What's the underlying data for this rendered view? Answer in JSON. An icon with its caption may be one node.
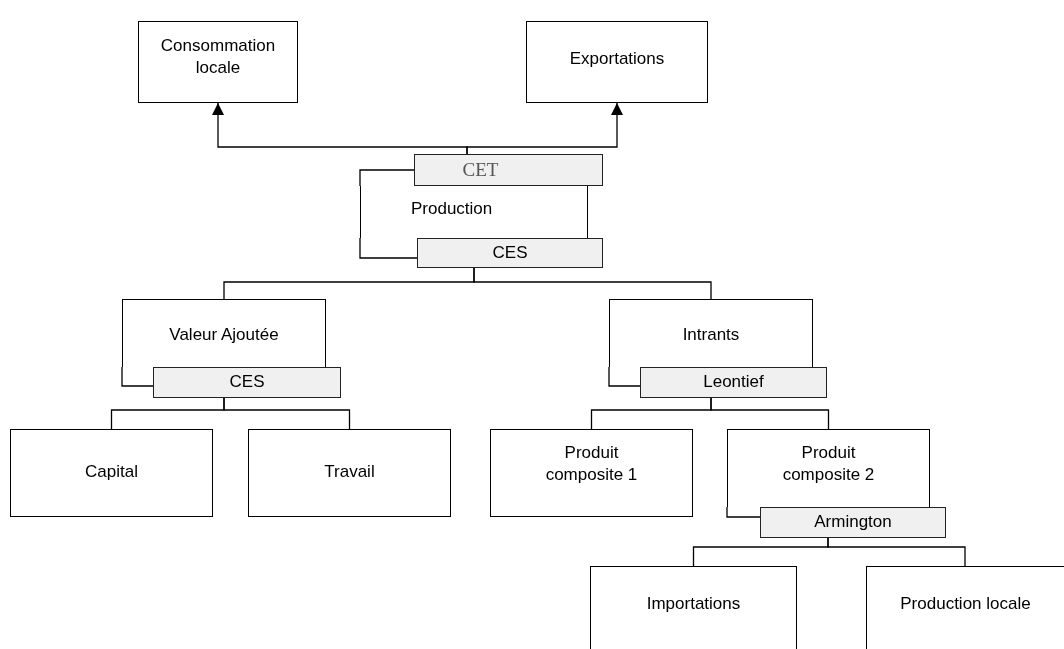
{
  "diagram": {
    "nodes": [
      {
        "text": [
          "Consommation locale"
        ]
      },
      {
        "text": [
          "Exportations"
        ]
      },
      {
        "text": [
          "Production"
        ]
      },
      {
        "text": [
          "CET"
        ]
      },
      {
        "text": [
          "CES"
        ]
      },
      {
        "text": [
          "Valeur Ajoutée"
        ]
      },
      {
        "text": [
          "CES"
        ]
      },
      {
        "text": [
          "Intrants"
        ]
      },
      {
        "text": [
          "Leontief"
        ]
      },
      {
        "text": [
          "Capital"
        ]
      },
      {
        "text": [
          "Travail"
        ]
      },
      {
        "text": [
          "Produit composite 1"
        ]
      },
      {
        "text": [
          "Produit composite 2"
        ]
      },
      {
        "text": [
          "Armington"
        ]
      },
      {
        "text": [
          "Importations"
        ]
      },
      {
        "text": [
          "Production locale"
        ]
      }
    ],
    "edges": [
      {
        "from": 3,
        "to": 0,
        "arrow": "to"
      },
      {
        "from": 3,
        "to": 1,
        "arrow": "to"
      },
      {
        "from": 4,
        "to": 5,
        "arrow": "none"
      },
      {
        "from": 4,
        "to": 7,
        "arrow": "none"
      },
      {
        "from": 6,
        "to": 9,
        "arrow": "none"
      },
      {
        "from": 6,
        "to": 10,
        "arrow": "none"
      },
      {
        "from": 8,
        "to": 11,
        "arrow": "none"
      },
      {
        "from": 8,
        "to": 12,
        "arrow": "none"
      },
      {
        "from": 13,
        "to": 14,
        "arrow": "none"
      },
      {
        "from": 13,
        "to": 15,
        "arrow": "none"
      }
    ]
  }
}
